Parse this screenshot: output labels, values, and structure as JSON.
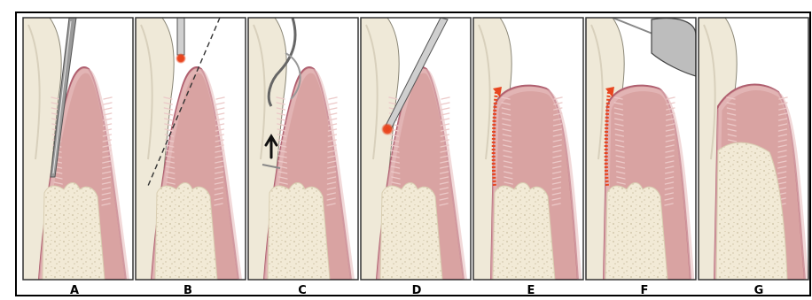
{
  "figure": {
    "panels": [
      {
        "id": "A",
        "label": "A"
      },
      {
        "id": "B",
        "label": "B"
      },
      {
        "id": "C",
        "label": "C"
      },
      {
        "id": "D",
        "label": "D"
      },
      {
        "id": "E",
        "label": "E"
      },
      {
        "id": "F",
        "label": "F"
      },
      {
        "id": "G",
        "label": "G"
      }
    ]
  },
  "colors": {
    "gum_fill": "#d9a3a2",
    "gum_outline": "#b06070",
    "gum_inner": "#e8c0bf",
    "bone": "#f2ead6",
    "bone_dots": "#c9bda0",
    "tooth": "#efe9d8",
    "tooth_outline": "#8a8676",
    "laser_glow": "#e8451f",
    "panel_border": "#333333",
    "frame_border": "#000000"
  }
}
